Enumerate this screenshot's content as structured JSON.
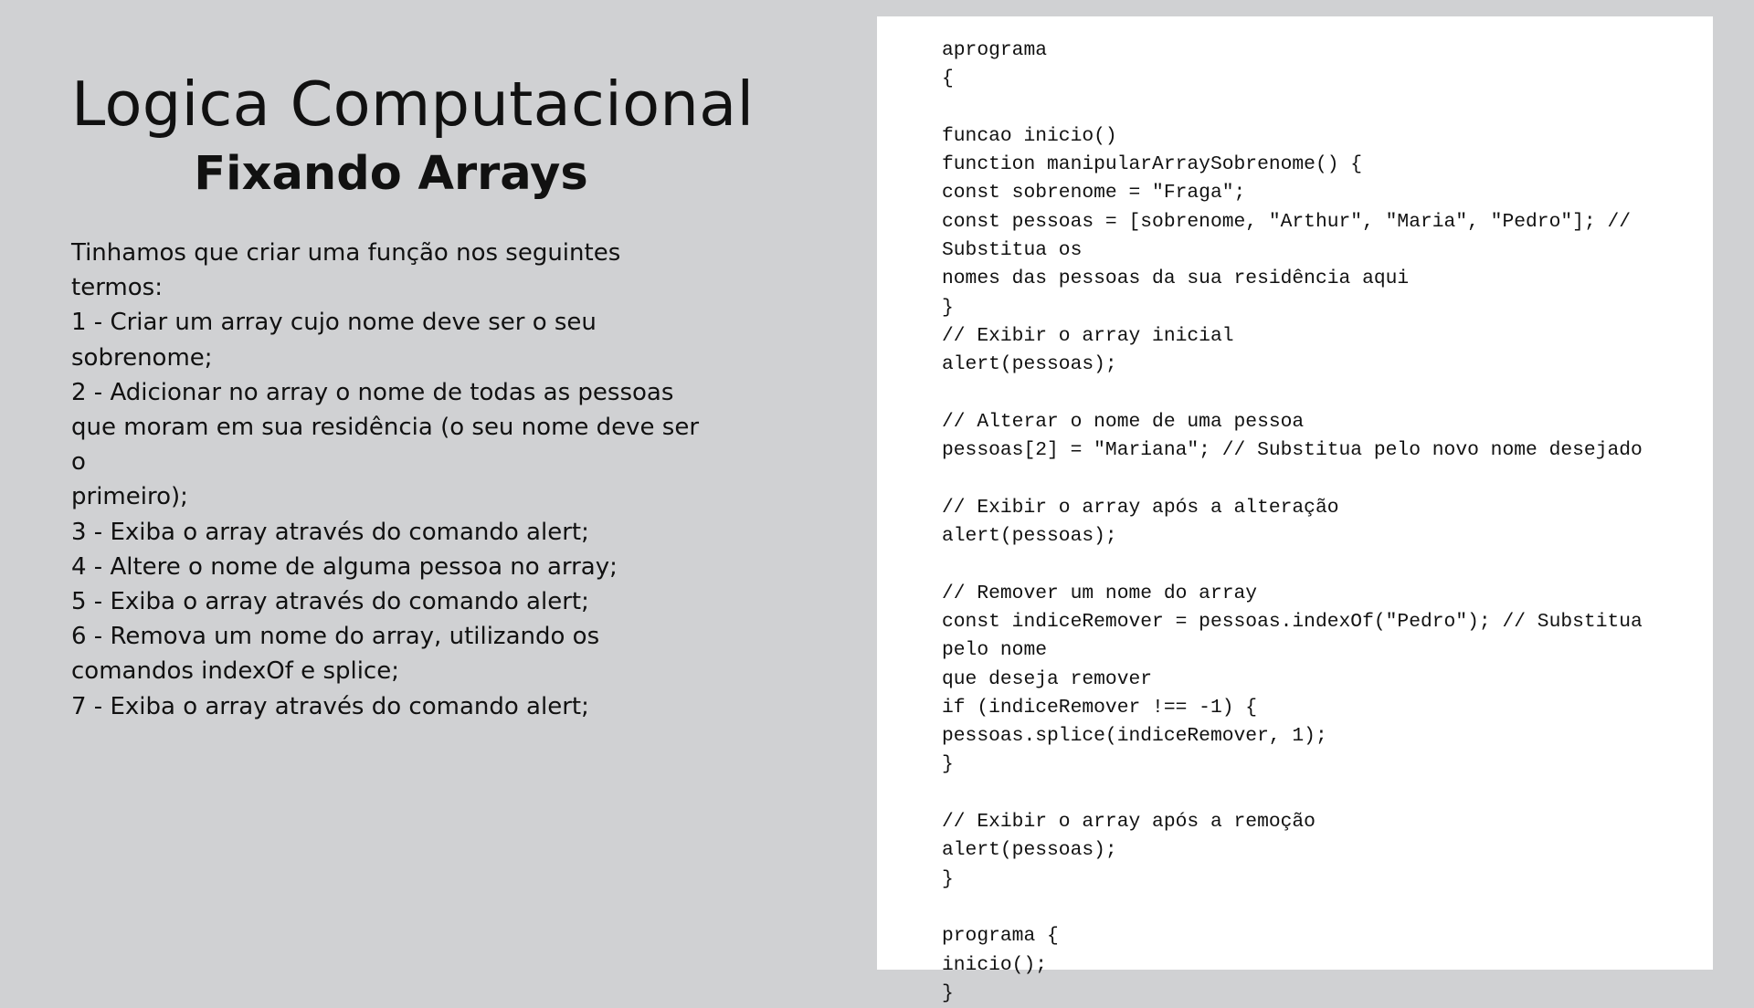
{
  "slide": {
    "title": "Logica Computacional",
    "subtitle": "Fixando Arrays",
    "instructions": "Tinhamos que criar uma função nos seguintes termos:\n1 - Criar um array cujo nome deve ser o seu\nsobrenome;\n2 - Adicionar no array o nome de todas as pessoas\nque moram em sua residência (o seu nome deve ser o\nprimeiro);\n3 - Exiba o array através do comando alert;\n4 - Altere o nome de alguma pessoa no array;\n5 - Exiba o array através do comando alert;\n6 - Remova um nome do array, utilizando os\ncomandos indexOf e splice;\n7 - Exiba o array através do comando alert;",
    "code": "aprograma\n{\n\nfuncao inicio()\nfunction manipularArraySobrenome() {\nconst sobrenome = \"Fraga\";\nconst pessoas = [sobrenome, \"Arthur\", \"Maria\", \"Pedro\"]; // Substitua os\nnomes das pessoas da sua residência aqui\n}\n// Exibir o array inicial\nalert(pessoas);\n\n// Alterar o nome de uma pessoa\npessoas[2] = \"Mariana\"; // Substitua pelo novo nome desejado\n\n// Exibir o array após a alteração\nalert(pessoas);\n\n// Remover um nome do array\nconst indiceRemover = pessoas.indexOf(\"Pedro\"); // Substitua pelo nome\nque deseja remover\nif (indiceRemover !== -1) {\npessoas.splice(indiceRemover, 1);\n}\n\n// Exibir o array após a remoção\nalert(pessoas);\n}\n\nprograma {\ninicio();\n}"
  },
  "colors": {
    "background": "#d0d1d3",
    "card": "#ffffff",
    "text": "#111111"
  }
}
